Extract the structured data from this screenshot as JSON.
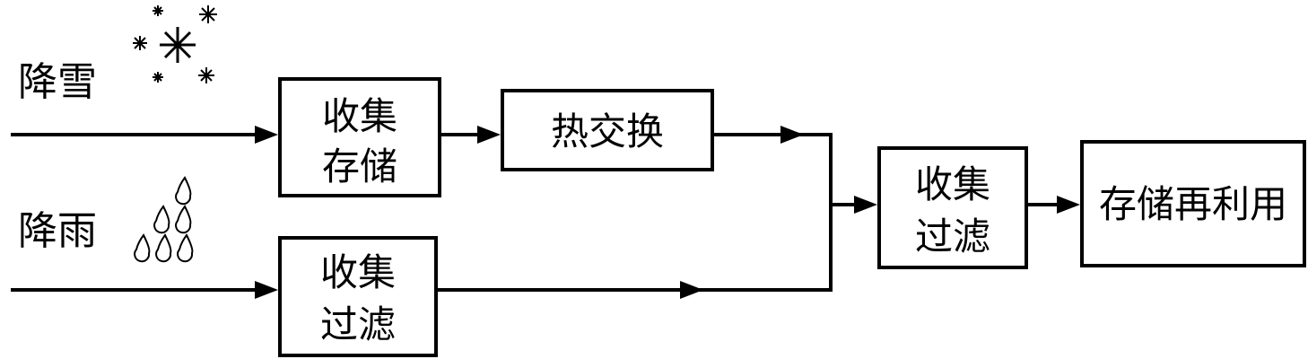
{
  "inputs": {
    "snow_label": "降雪",
    "rain_label": "降雨",
    "snow_icon": "snowflake-icon",
    "rain_icon": "raindrop-icon"
  },
  "boxes": {
    "snow_collect": {
      "line1": "收集",
      "line2": "存储"
    },
    "heat_exchange": {
      "label": "热交换"
    },
    "rain_collect": {
      "line1": "收集",
      "line2": "过滤"
    },
    "merge_collect": {
      "line1": "收集",
      "line2": "过滤"
    },
    "storage_reuse": {
      "label": "存储再利用"
    }
  },
  "colors": {
    "stroke": "#000000",
    "background": "#ffffff"
  }
}
